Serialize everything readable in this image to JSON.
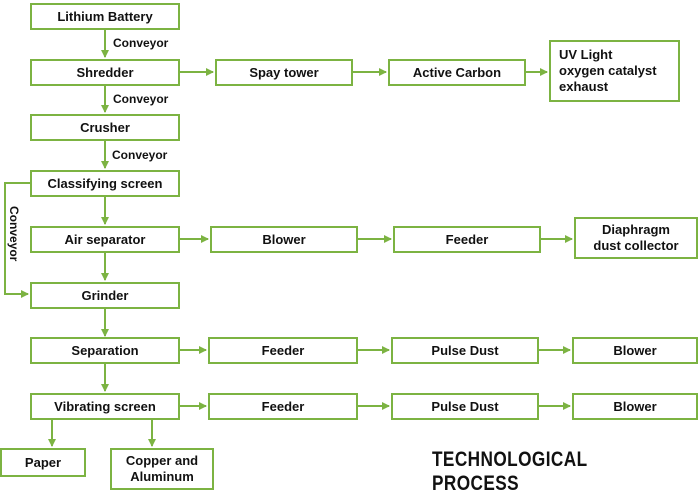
{
  "colors": {
    "stroke": "#7cb342",
    "text": "#111111"
  },
  "nodes": {
    "lithium_battery": "Lithium Battery",
    "shredder": "Shredder",
    "spray_tower": "Spay tower",
    "active_carbon": "Active Carbon",
    "uv_exhaust": "UV Light\noxygen catalyst\nexhaust",
    "crusher": "Crusher",
    "classifying_screen": "Classifying screen",
    "air_separator": "Air separator",
    "blower_1": "Blower",
    "feeder_1": "Feeder",
    "diaphragm": "Diaphragm\ndust collector",
    "grinder": "Grinder",
    "separation": "Separation",
    "feeder_2": "Feeder",
    "pulse_dust_1": "Pulse Dust",
    "blower_2": "Blower",
    "vibrating_screen": "Vibrating screen",
    "feeder_3": "Feeder",
    "pulse_dust_2": "Pulse Dust",
    "blower_3": "Blower",
    "paper": "Paper",
    "copper_aluminum": "Copper and\nAluminum"
  },
  "edge_labels": {
    "conveyor_1": "Conveyor",
    "conveyor_2": "Conveyor",
    "conveyor_3": "Conveyor",
    "conveyor_side": "Conveyor"
  },
  "title": "TECHNOLOGICAL PROCESS"
}
